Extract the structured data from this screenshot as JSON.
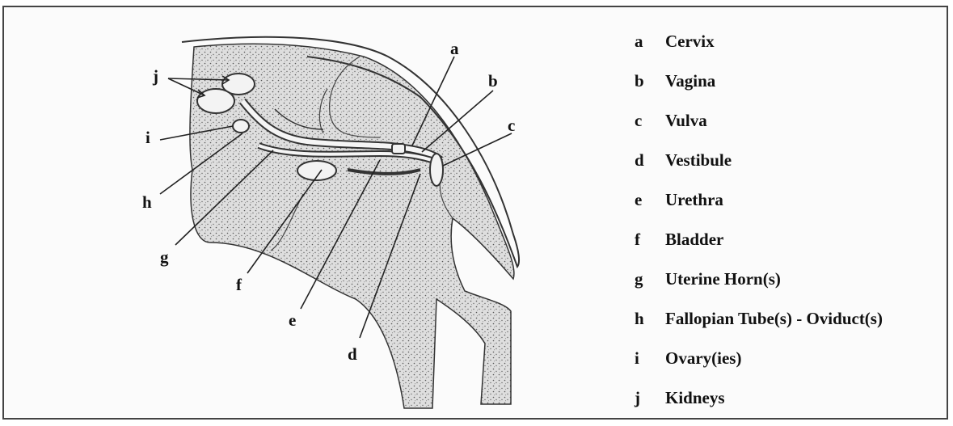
{
  "diagram": {
    "callouts": [
      {
        "key": "a",
        "label": "a"
      },
      {
        "key": "b",
        "label": "b"
      },
      {
        "key": "c",
        "label": "c"
      },
      {
        "key": "d",
        "label": "d"
      },
      {
        "key": "e",
        "label": "e"
      },
      {
        "key": "f",
        "label": "f"
      },
      {
        "key": "g",
        "label": "g"
      },
      {
        "key": "h",
        "label": "h"
      },
      {
        "key": "i",
        "label": "i"
      },
      {
        "key": "j",
        "label": "j"
      }
    ]
  },
  "legend": {
    "items": [
      {
        "letter": "a",
        "text": "Cervix"
      },
      {
        "letter": "b",
        "text": "Vagina"
      },
      {
        "letter": "c",
        "text": "Vulva"
      },
      {
        "letter": "d",
        "text": "Vestibule"
      },
      {
        "letter": "e",
        "text": "Urethra"
      },
      {
        "letter": "f",
        "text": "Bladder"
      },
      {
        "letter": "g",
        "text": "Uterine Horn(s)"
      },
      {
        "letter": "h",
        "text": "Fallopian Tube(s) - Oviduct(s)"
      },
      {
        "letter": "i",
        "text": "Ovary(ies)"
      },
      {
        "letter": "j",
        "text": "Kidneys"
      }
    ]
  }
}
